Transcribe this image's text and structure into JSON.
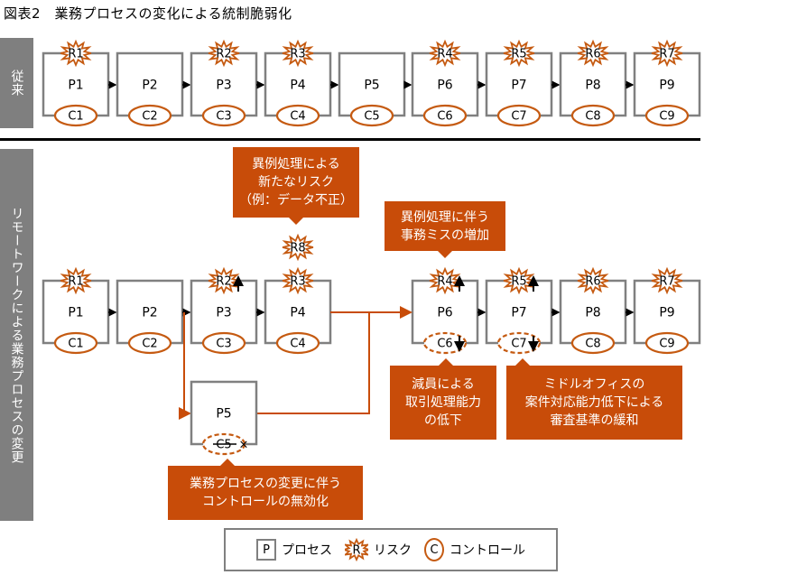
{
  "title": "図表2　業務プロセスの変化による統制脆弱化",
  "sections": {
    "before_label": "従来",
    "after_label": "リモートワークによる業務プロセスの変更"
  },
  "before_row": {
    "processes": [
      {
        "p": "P1",
        "r": "R1",
        "c": "C1"
      },
      {
        "p": "P2",
        "r": "",
        "c": "C2"
      },
      {
        "p": "P3",
        "r": "R2",
        "c": "C3"
      },
      {
        "p": "P4",
        "r": "R3",
        "c": "C4"
      },
      {
        "p": "P5",
        "r": "",
        "c": "C5"
      },
      {
        "p": "P6",
        "r": "R4",
        "c": "C6"
      },
      {
        "p": "P7",
        "r": "R5",
        "c": "C7"
      },
      {
        "p": "P8",
        "r": "R6",
        "c": "C8"
      },
      {
        "p": "P9",
        "r": "R7",
        "c": "C9"
      }
    ]
  },
  "after_row": {
    "processes": [
      {
        "p": "P1",
        "r": "R1",
        "c": "C1",
        "risk_up": false,
        "control_weak": false
      },
      {
        "p": "P2",
        "r": "",
        "c": "C2",
        "risk_up": false,
        "control_weak": false
      },
      {
        "p": "P3",
        "r": "R2",
        "c": "C3",
        "risk_up": true,
        "control_weak": false
      },
      {
        "p": "P4",
        "r": "R3",
        "c": "C4",
        "risk_up": false,
        "control_weak": false
      },
      {
        "p": "P6",
        "r": "R4",
        "c": "C6",
        "risk_up": true,
        "control_weak": true
      },
      {
        "p": "P7",
        "r": "R5",
        "c": "C7",
        "risk_up": true,
        "control_weak": true
      },
      {
        "p": "P8",
        "r": "R6",
        "c": "C8",
        "risk_up": false,
        "control_weak": false
      },
      {
        "p": "P9",
        "r": "R7",
        "c": "C9",
        "risk_up": false,
        "control_weak": false
      }
    ],
    "detour": {
      "p": "P5",
      "c": "C5",
      "control_disabled": true,
      "disabled_mark": "×"
    },
    "new_risk": "R8",
    "arrow_up": "↑",
    "arrow_down": "↓"
  },
  "callouts": {
    "new_risk": [
      "異例処理による",
      "新たなリスク",
      "（例：データ不正）"
    ],
    "office_errors": [
      "異例処理に伴う",
      "事務ミスの増加"
    ],
    "staff_reduction": [
      "減員による",
      "取引処理能力",
      "の低下"
    ],
    "middle_office": [
      "ミドルオフィスの",
      "案件対応能力低下による",
      "審査基準の緩和"
    ],
    "control_disabled": [
      "業務プロセスの変更に伴う",
      "コントロールの無効化"
    ]
  },
  "legend": {
    "process_symbol": "P",
    "process_label": "プロセス",
    "risk_symbol": "R",
    "risk_label": "リスク",
    "control_symbol": "C",
    "control_label": "コントロール"
  },
  "colors": {
    "accent": "#c84c09",
    "outline": "#c55a11",
    "box_stroke": "#808080",
    "side_bar": "#7f7f7f"
  }
}
